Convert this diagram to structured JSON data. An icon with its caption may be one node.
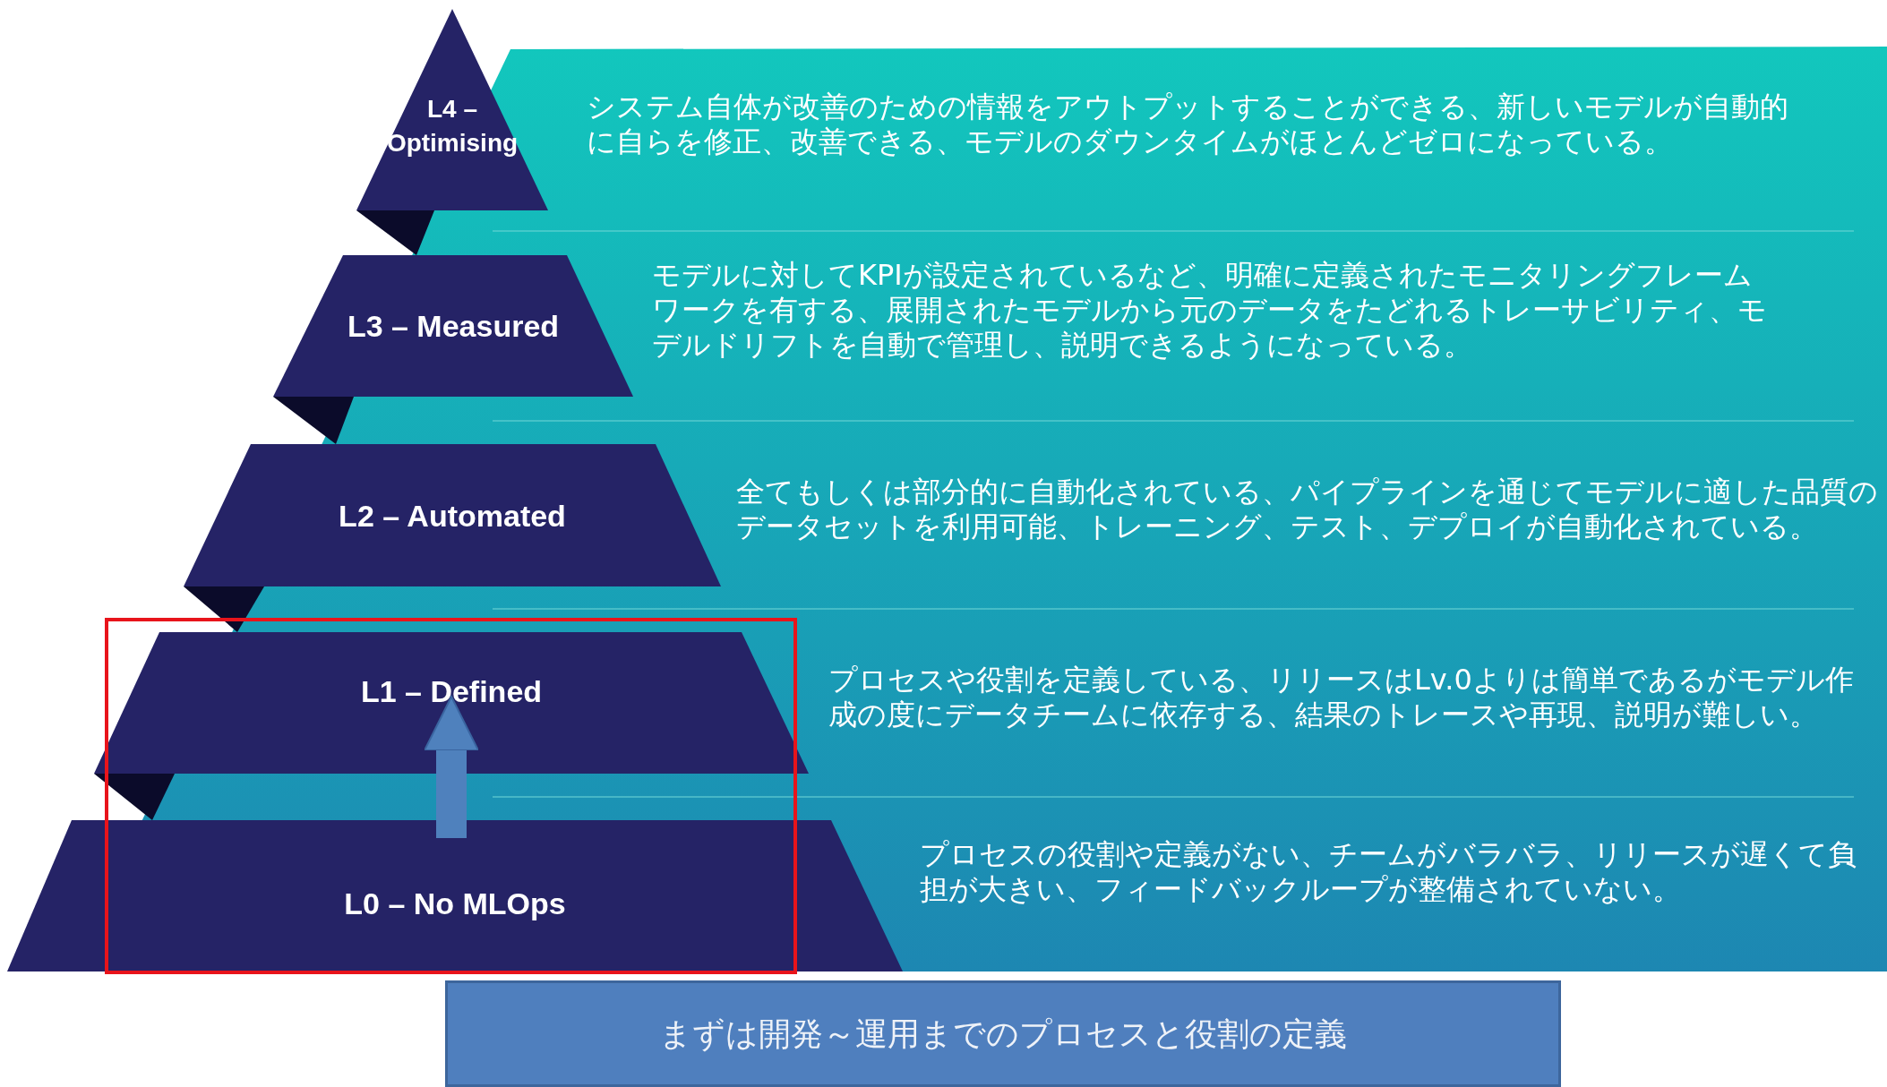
{
  "diagram": {
    "nodes": [
      {
        "text": [
          "L4 – Optimising"
        ],
        "beside": [
          "システム自体が改善のための情報をアウトプットすることができる、新しいモデルが自動的に自らを修正、改善できる、モデルのダウンタイムがほとんどゼロになっている。"
        ]
      },
      {
        "text": [
          "L3 – Measured"
        ],
        "beside": [
          "モデルに対してKPIが設定されているなど、明確に定義されたモニタリングフレームワークを有する、展開されたモデルから元のデータをたどれるトレーサビリティ、モデルドリフトを自動で管理し、説明できるようになっている。"
        ]
      },
      {
        "text": [
          "L2 – Automated"
        ],
        "beside": [
          "全てもしくは部分的に自動化されている、パイプラインを通じてモデルに適した品質のデータセットを利用可能、トレーニング、テスト、デプロイが自動化されている。"
        ]
      },
      {
        "text": [
          "L1 – Defined"
        ],
        "beside": [
          "プロセスや役割を定義している、リリースはLv.0よりは簡単であるがモデル作成の度にデータチームに依存する、結果のトレースや再現、説明が難しい。"
        ]
      },
      {
        "text": [
          "L0 – No MLOps"
        ],
        "beside": [
          "プロセスの役割や定義がない、チームがバラバラ、リリースが遅くて負担が大きい、フィードバックループが整備されていない。"
        ]
      },
      {
        "text": [
          "まずは開発～運用までのプロセスと役割の定義"
        ]
      }
    ],
    "edges": [
      {
        "from": 4,
        "to": 3,
        "arrow": "to",
        "color": "#4f81bd"
      }
    ]
  }
}
